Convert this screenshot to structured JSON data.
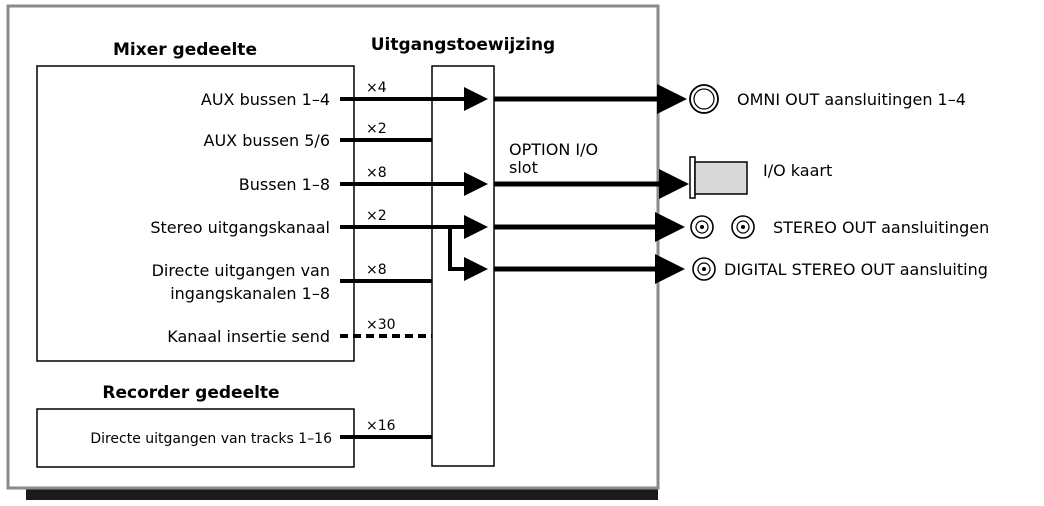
{
  "mixer_section": {
    "title": "Mixer gedeelte",
    "sources": [
      {
        "label": "AUX bussen 1–4",
        "count": "×4"
      },
      {
        "label": "AUX bussen 5/6",
        "count": "×2"
      },
      {
        "label": "Bussen 1–8",
        "count": "×8"
      },
      {
        "label": "Stereo uitgangskanaal",
        "count": "×2"
      },
      {
        "label_line1": "Directe uitgangen van",
        "label_line2": "ingangskanalen 1–8",
        "count": "×8"
      },
      {
        "label": "Kanaal insertie send",
        "count": "×30"
      }
    ]
  },
  "recorder_section": {
    "title": "Recorder gedeelte",
    "source": {
      "label": "Directe uitgangen van tracks 1–16",
      "count": "×16"
    }
  },
  "assignment": {
    "title": "Uitgangstoewijzing"
  },
  "option_slot": {
    "line1": "OPTION I/O",
    "line2": "slot"
  },
  "outputs": {
    "omni": "OMNI OUT aansluitingen 1–4",
    "io_card": "I/O kaart",
    "stereo": "STEREO OUT aansluitingen",
    "digital": "DIGITAL STEREO OUT aansluiting"
  },
  "colors": {
    "frame_border": "#8a8a8a",
    "shadow": "#1a1a1a",
    "io_card_fill": "#d9d9d9"
  }
}
